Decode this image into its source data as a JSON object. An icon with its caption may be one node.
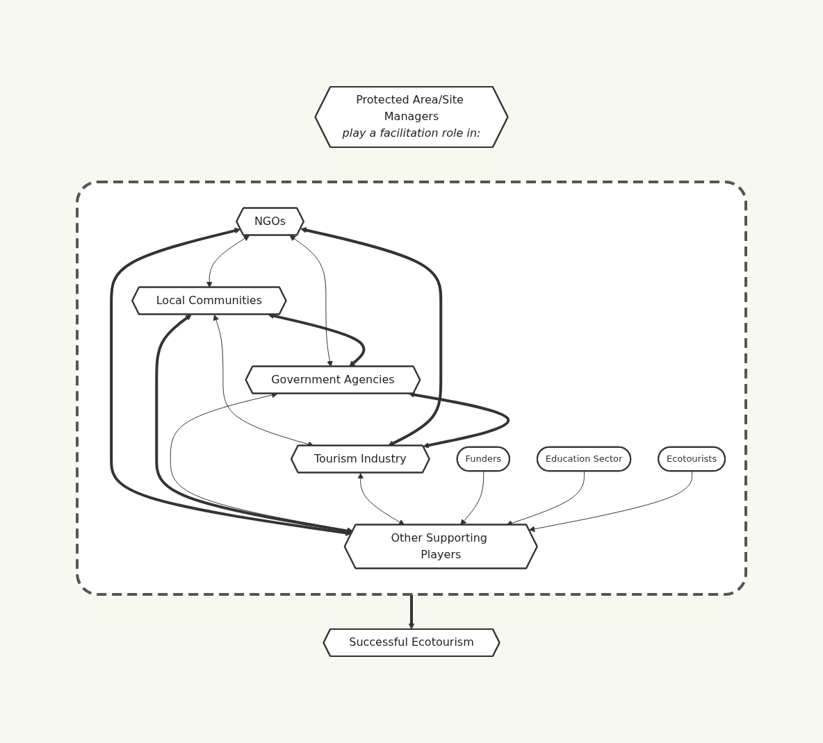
{
  "diagram": {
    "nodes": [
      {
        "text": [
          "Protected Area/Site Managers",
          "play a facilitation role in:"
        ]
      },
      {
        "text": [],
        "shape": "box"
      },
      {
        "text": [
          "NGOs"
        ],
        "in": 1
      },
      {
        "text": [
          "Local Communities"
        ],
        "in": 1
      },
      {
        "text": [
          "Government Agencies"
        ],
        "in": 1
      },
      {
        "text": [
          "Tourism Industry"
        ],
        "in": 1
      },
      {
        "text": [
          "Other Supporting Players"
        ],
        "in": 1
      },
      {
        "text": [
          "Funders"
        ],
        "in": 1
      },
      {
        "text": [
          "Education Sector"
        ],
        "in": 1
      },
      {
        "text": [
          "Ecotourists"
        ],
        "in": 1
      },
      {
        "text": [
          "Successful Ecotourism"
        ]
      }
    ],
    "edges": [
      {
        "from": 2,
        "to": 3,
        "arrow": "both"
      },
      {
        "from": 2,
        "to": 4,
        "arrow": "both"
      },
      {
        "from": 3,
        "to": 5,
        "arrow": "both"
      },
      {
        "from": 2,
        "to": 5,
        "arrow": "both",
        "style": "thick"
      },
      {
        "from": 3,
        "to": 4,
        "arrow": "both",
        "style": "thick"
      },
      {
        "from": 4,
        "to": 5,
        "arrow": "both",
        "style": "thick"
      },
      {
        "from": 2,
        "to": 6,
        "arrow": "both",
        "style": "thick"
      },
      {
        "from": 3,
        "to": 6,
        "arrow": "both",
        "style": "thick"
      },
      {
        "from": 4,
        "to": 6,
        "arrow": "both"
      },
      {
        "from": 5,
        "to": 6,
        "arrow": "both"
      },
      {
        "from": 7,
        "to": 6,
        "arrow": "to"
      },
      {
        "from": 8,
        "to": 6,
        "arrow": "to"
      },
      {
        "from": 9,
        "to": 6,
        "arrow": "to"
      },
      {
        "from": 1,
        "to": 10,
        "arrow": "to",
        "style": "thick"
      }
    ]
  }
}
